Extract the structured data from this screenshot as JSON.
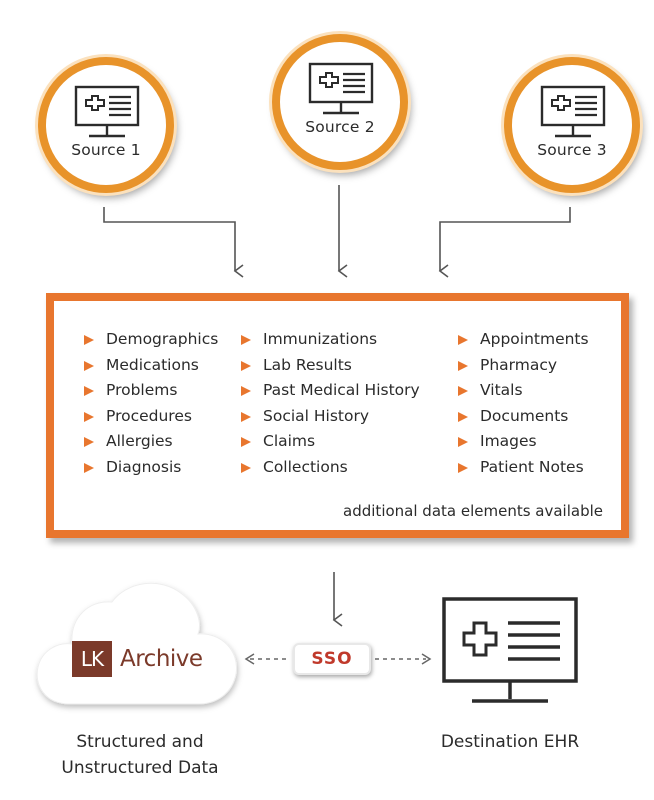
{
  "sources": [
    {
      "label": "Source 1"
    },
    {
      "label": "Source 2"
    },
    {
      "label": "Source 3"
    }
  ],
  "data_elements": {
    "columns": [
      [
        "Demographics",
        "Medications",
        "Problems",
        "Procedures",
        "Allergies",
        "Diagnosis"
      ],
      [
        "Immunizations",
        "Lab Results",
        "Past Medical History",
        "Social History",
        "Claims",
        "Collections"
      ],
      [
        "Appointments",
        "Pharmacy",
        "Vitals",
        "Documents",
        "Images",
        "Patient Notes"
      ]
    ],
    "footer_note": "additional data elements available"
  },
  "archive": {
    "logo_mark": "LK",
    "logo_text": "Archive",
    "caption_line1": "Structured and",
    "caption_line2": "Unstructured Data"
  },
  "sso_label": "SSO",
  "destination": {
    "caption": "Destination EHR"
  },
  "colors": {
    "accent_orange": "#e8762e",
    "ring_orange": "#e8932a",
    "logo_brown": "#7b3a2a",
    "sso_red": "#c0392b",
    "line_gray": "#555555"
  },
  "icons": [
    "medical-monitor-icon",
    "cloud-shape",
    "arrow-down-icon",
    "dashed-double-arrow"
  ]
}
